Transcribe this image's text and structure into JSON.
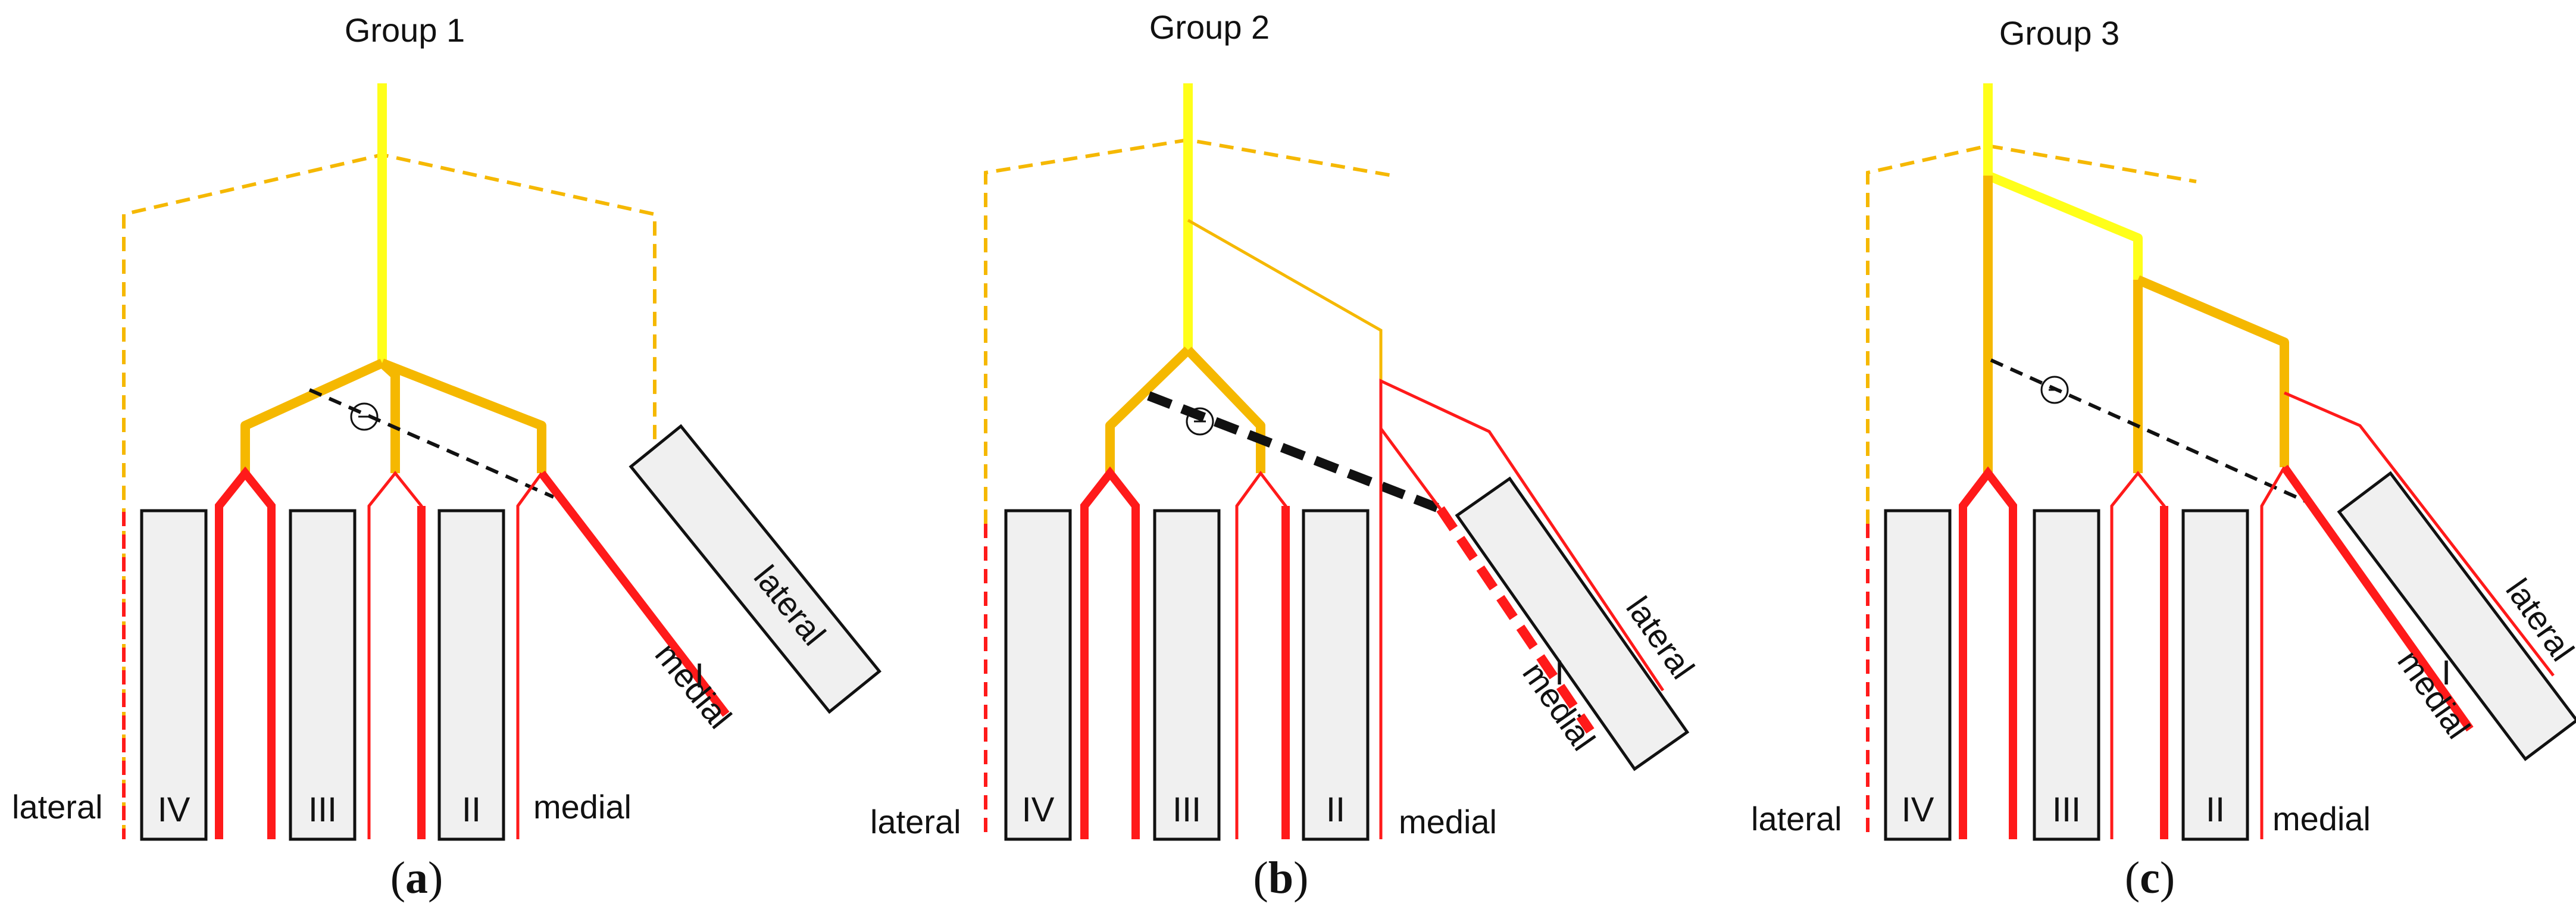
{
  "colors": {
    "yellow": "#FFFF1A",
    "orange": "#F5B800",
    "red": "#FF1A1A",
    "black": "#111111",
    "box_fill": "#F0F0F0",
    "box_stroke": "#111111"
  },
  "panels": [
    {
      "title": "Group 1",
      "caption_open": "(",
      "caption_letter": "a",
      "caption_close": ")",
      "labels": {
        "lateral_left": "lateral",
        "medial_right": "medial",
        "lateral_diag": "lateral",
        "medial_diag": "medial"
      },
      "rays": [
        "IV",
        "III",
        "II",
        "I"
      ]
    },
    {
      "title": "Group 2",
      "caption_open": "(",
      "caption_letter": "b",
      "caption_close": ")",
      "labels": {
        "lateral_left": "lateral",
        "medial_right": "medial",
        "lateral_diag": "lateral",
        "medial_diag": "medial"
      },
      "rays": [
        "IV",
        "III",
        "II",
        "I"
      ]
    },
    {
      "title": "Group 3",
      "caption_open": "(",
      "caption_letter": "c",
      "caption_close": ")",
      "labels": {
        "lateral_left": "lateral",
        "medial_right": "medial",
        "lateral_diag": "lateral",
        "medial_diag": "medial"
      },
      "rays": [
        "IV",
        "III",
        "II",
        "I"
      ]
    }
  ]
}
